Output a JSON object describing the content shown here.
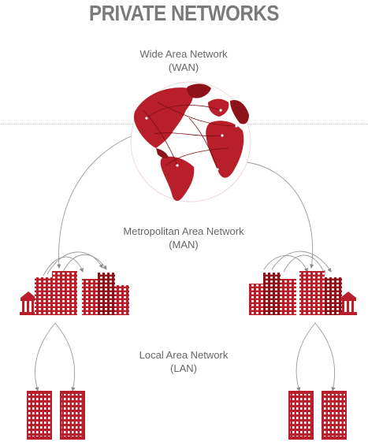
{
  "title": "PRIVATE NETWORKS",
  "wan": {
    "name": "Wide Area Network",
    "abbr": "(WAN)"
  },
  "man": {
    "name": "Metropolitan Area Network",
    "abbr": "(MAN)"
  },
  "lan": {
    "name": "Local Area Network",
    "abbr": "(LAN)"
  },
  "colors": {
    "red": "#b81f2a",
    "dark_red": "#8e1219",
    "connector": "#9a9a9a",
    "text": "#666666",
    "title": "#7a7a7a"
  },
  "icons": {
    "globe": "globe-icon",
    "city_left": "city-buildings-icon",
    "city_right": "city-buildings-icon",
    "office": "office-building-icon"
  }
}
